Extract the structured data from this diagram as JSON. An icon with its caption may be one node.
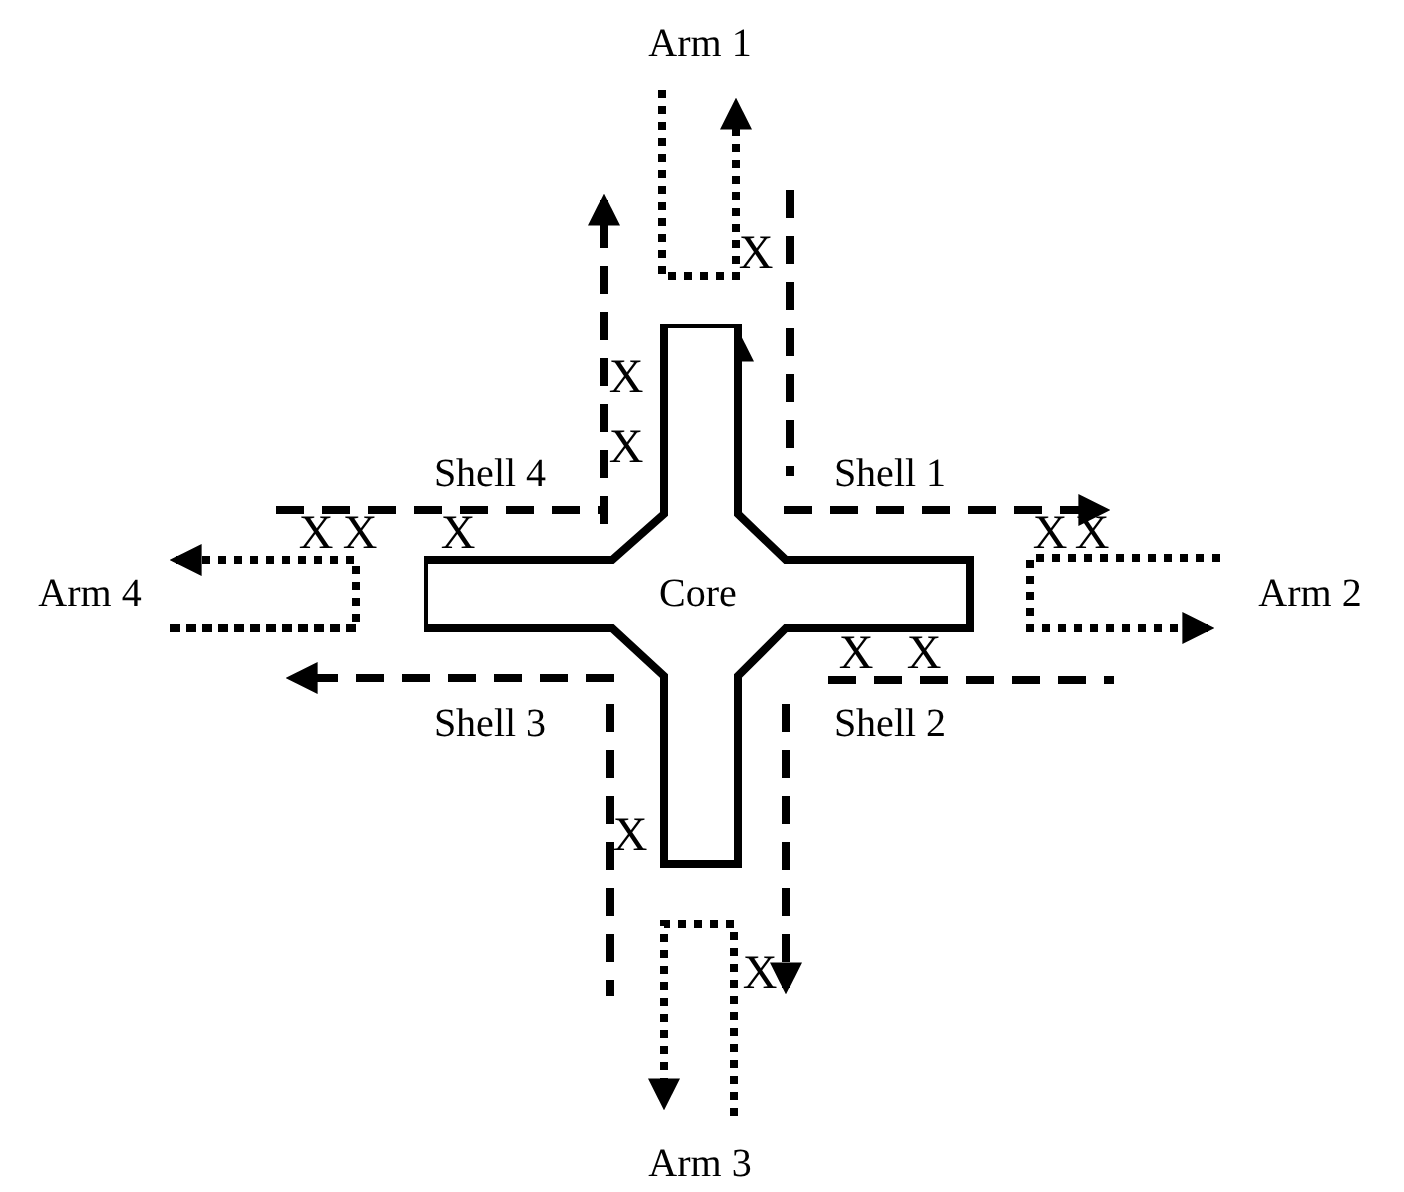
{
  "diagram": {
    "nodes": [
      {
        "text": [
          "Core"
        ]
      }
    ],
    "labels": [
      "Arm 1",
      "X",
      "X",
      "X",
      "Shell 4",
      "Shell 1",
      "X",
      "X",
      "X",
      "X",
      "X",
      "Arm 4",
      "Arm 2",
      "X",
      "X",
      "Shell 3",
      "Shell 2",
      "X",
      "X",
      "Arm 3"
    ]
  }
}
